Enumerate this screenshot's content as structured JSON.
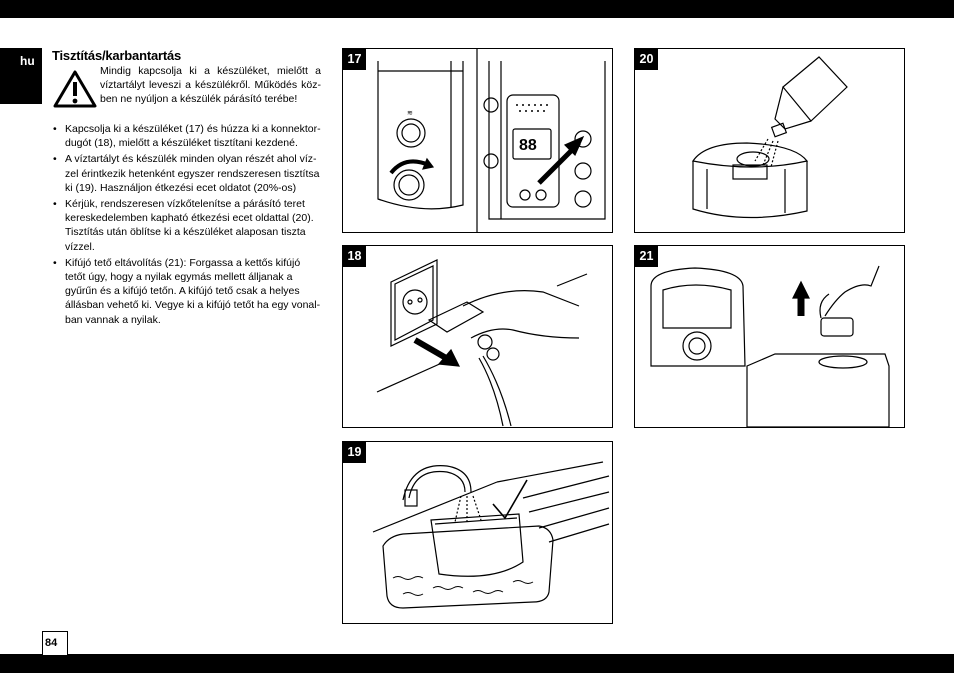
{
  "language_tab": "hu",
  "section_title": "Tisztítás/karbantartás",
  "warning_text": "Mindig kapcsolja ki a készüléket, mielőtt a víztartályt leveszi a készülékről. Működés köz-ben ne nyúljon a készülék párásító terébe!",
  "bullets": [
    "Kapcsolja ki a készüléket (17) és húzza ki a konnektor-dugót (18), mielőtt a készüléket tisztítani kezdené.",
    "A víztartályt és készülék minden olyan részét ahol víz-zel érintkezik hetenként egyszer rendszeresen tisztítsa ki (19). Használjon étkezési ecet oldatot (20%-os)",
    "Kérjük, rendszeresen vízkőtelenítse a párásító teret kereskedelemben kapható étkezési ecet oldattal (20). Tisztítás után öblítse ki a készüléket alaposan tiszta vízzel.",
    "Kifújó tető  eltávolítás (21): Forgassa  a kettős kifújó tetőt úgy, hogy a nyilak egymás mellett álljanak a gyűrűn és a kifújó tetőn. A kifújó tető csak a helyes állásban vehető ki. Vegye ki a kifújó tetőt ha egy vonal-ban vannak a nyilak."
  ],
  "page_number": "84",
  "figures": {
    "f17": "17",
    "f18": "18",
    "f19": "19",
    "f20": "20",
    "f21": "21"
  },
  "display_digits": "88",
  "colors": {
    "bar": "#000000",
    "line": "#000000",
    "water": "#000000"
  }
}
